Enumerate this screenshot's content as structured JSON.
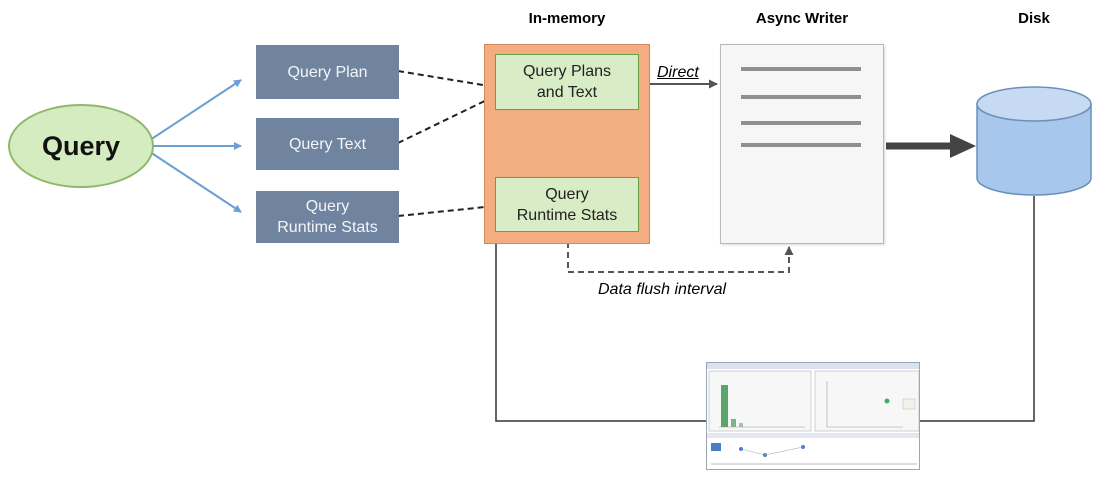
{
  "headers": {
    "in_memory": "In-memory",
    "async_writer": "Async Writer",
    "disk": "Disk"
  },
  "query": {
    "label": "Query"
  },
  "sources": {
    "query_plan": "Query Plan",
    "query_text": "Query Text",
    "runtime_stats": "Query\nRuntime Stats"
  },
  "in_memory": {
    "plans_and_text": "Query Plans\nand Text",
    "runtime_stats": "Query\nRuntime Stats"
  },
  "labels": {
    "direct": "Direct",
    "data_flush_interval": "Data flush interval"
  },
  "colors": {
    "source_box": "#70849f",
    "in_memory_panel": "#f2ad80",
    "green_box": "#d8ecc5",
    "arrow_blue": "#6a9fd4",
    "disk_fill": "#a7c8ec"
  },
  "icons": {
    "disk": "database-cylinder-icon",
    "report": "query-store-report-thumbnail"
  }
}
